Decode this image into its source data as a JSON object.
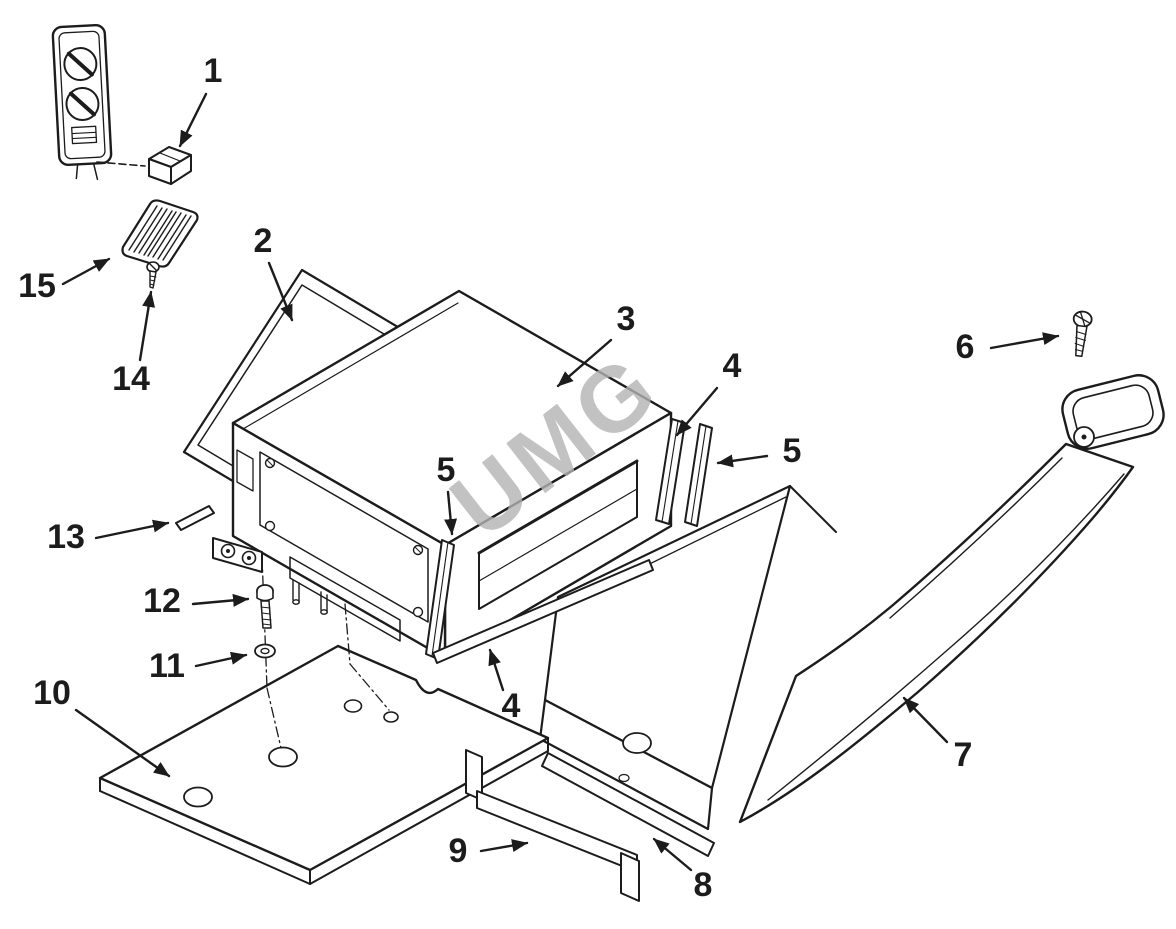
{
  "diagram": {
    "background": "#ffffff",
    "line_color": "#1c1c1c",
    "watermark_color": "#b4b4b4",
    "watermark": "UMG",
    "callouts": [
      {
        "label": "1"
      },
      {
        "label": "2"
      },
      {
        "label": "3"
      },
      {
        "label": "4"
      },
      {
        "label": "4"
      },
      {
        "label": "5"
      },
      {
        "label": "5"
      },
      {
        "label": "6"
      },
      {
        "label": "7"
      },
      {
        "label": "8"
      },
      {
        "label": "9"
      },
      {
        "label": "10"
      },
      {
        "label": "11"
      },
      {
        "label": "12"
      },
      {
        "label": "13"
      },
      {
        "label": "14"
      },
      {
        "label": "15"
      }
    ]
  }
}
